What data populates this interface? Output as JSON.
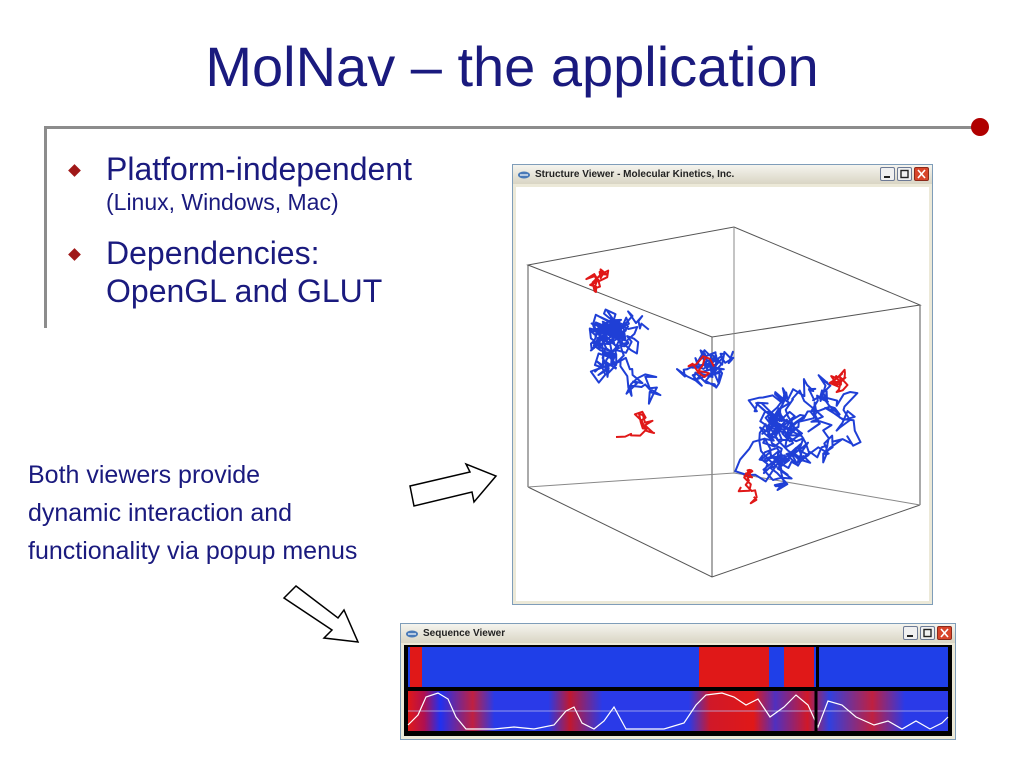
{
  "slide": {
    "title": "MolNav – the application",
    "bullets": [
      {
        "main": "Platform-independent",
        "sub": "(Linux, Windows, Mac)"
      },
      {
        "main": "Dependencies:",
        "main2": "OpenGL and GLUT"
      }
    ],
    "caption": [
      "Both viewers provide",
      "dynamic interaction and",
      "functionality via popup menus"
    ]
  },
  "structure_window": {
    "title": "Structure Viewer - Molecular Kinetics, Inc."
  },
  "sequence_window": {
    "title": "Sequence Viewer"
  },
  "colors": {
    "title_text": "#1a1a7e",
    "accent": "#b00000",
    "rule": "#8c8c8c",
    "chain_blue": "#1f3fd6",
    "chain_red": "#e01818"
  }
}
